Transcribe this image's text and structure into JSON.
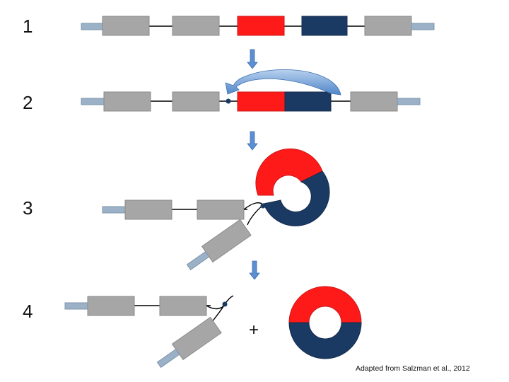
{
  "steps": [
    {
      "label": "1"
    },
    {
      "label": "2"
    },
    {
      "label": "3"
    },
    {
      "label": "4"
    }
  ],
  "plus_sign": "+",
  "credit": "Adapted from Salzman et al., 2012",
  "colors": {
    "exon_gray": "#a6a6a6",
    "exon_red": "#ff1a1a",
    "exon_navy": "#1b3a63",
    "flank_stub": "#9ab1c7",
    "arrow_blue": "#5b8fd1"
  }
}
